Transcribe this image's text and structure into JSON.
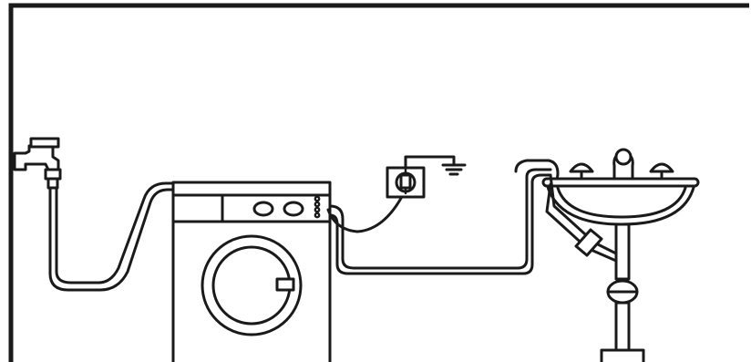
{
  "diagram": {
    "title": "",
    "components": [
      {
        "id": "water-tap",
        "icon": "water-tap-icon"
      },
      {
        "id": "inlet-hose",
        "icon": "inlet-hose-icon"
      },
      {
        "id": "washing-machine",
        "icon": "washing-machine-icon"
      },
      {
        "id": "power-socket",
        "icon": "power-socket-icon"
      },
      {
        "id": "earth-ground",
        "icon": "ground-symbol-icon"
      },
      {
        "id": "drain-hose",
        "icon": "drain-hose-icon"
      },
      {
        "id": "sink",
        "icon": "sink-icon"
      }
    ],
    "colors": {
      "line": "#1a1a1a",
      "background": "#ffffff"
    }
  }
}
